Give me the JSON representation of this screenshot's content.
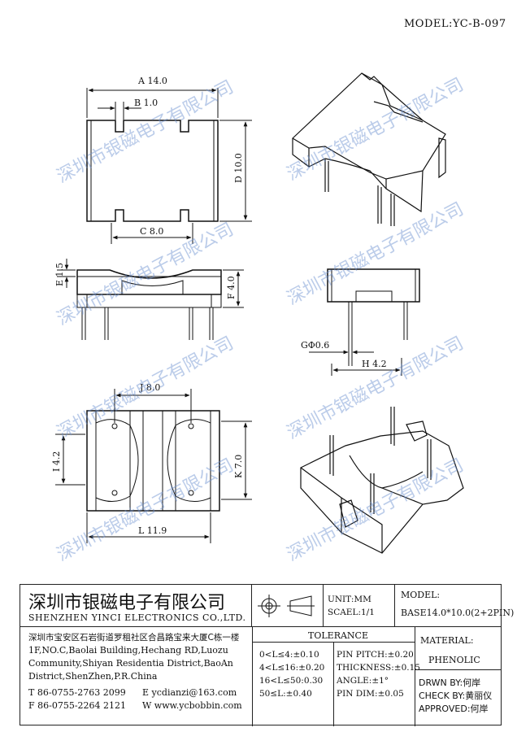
{
  "model_label": "MODEL:YC-B-097",
  "dimensions": {
    "A": "A 14.0",
    "B": "B 1.0",
    "C": "C 8.0",
    "D": "D 10.0",
    "E": "E 1.5",
    "F": "F 4.0",
    "G": "GΦ0.6",
    "H": "H 4.2",
    "I": "I 4.2",
    "J": "J 8.0",
    "K": "K 7.0",
    "L": "L 11.9"
  },
  "watermark": "深圳市银磁电子有限公司",
  "company": {
    "name_cn": "深圳市银磁电子有限公司",
    "name_en": "SHENZHEN YINCI ELECTRONICS CO.,LTD.",
    "address_cn": "深圳市宝安区石岩街道罗租社区合昌路宝来大厦C栋一楼",
    "address_en": [
      "1F,NO.C,Baolai Building,Hechang RD,Luozu",
      "Community,Shiyan Residentia District,BaoAn",
      "District,ShenZhen,P.R.China"
    ],
    "tel": "T 86-0755-2763 2099",
    "fax": "F 86-0755-2264 2121",
    "email": "E ycdianzi@163.com",
    "web": "W www.ycbobbin.com"
  },
  "units": {
    "unit": "UNIT:MM",
    "scale": "SCAEL:1/1"
  },
  "model_box": {
    "label": "MODEL:",
    "value": "BASE14.0*10.0(2+2PIN)"
  },
  "tolerance": {
    "title": "TOLERANCE",
    "left": [
      "0<L≤4:±0.10",
      "4<L≤16:±0.20",
      "16<L≤50:0.30",
      "50≤L:±0.40"
    ],
    "right": [
      "PIN PITCH:±0.20",
      "THICKNESS:±0.15",
      "ANGLE:±1°",
      "PIN DIM:±0.05"
    ]
  },
  "material": {
    "label": "MATERIAL:",
    "value": "PHENOLIC"
  },
  "signoff": {
    "drawn": "DRWN BY:何岸",
    "check": "CHECK BY:黄丽仪",
    "approved": "APPROVED:何岸"
  }
}
